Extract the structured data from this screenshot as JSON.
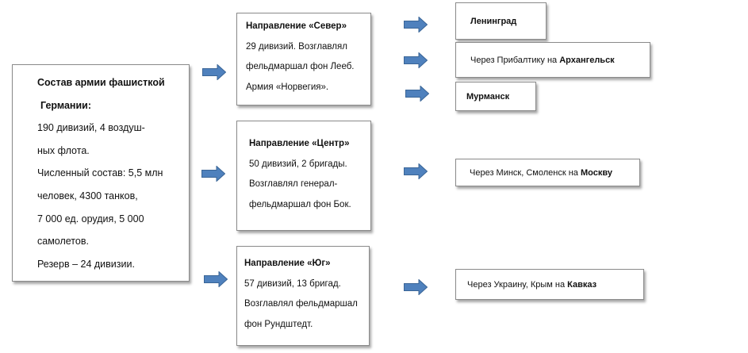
{
  "main": {
    "title_line1": "Состав армии фашисткой",
    "title_line2": "Германии:",
    "lines": [
      "190 дивизий, 4 воздуш-",
      "ных флота.",
      "Численный состав: 5,5 млн",
      "человек, 4300 танков,",
      "7 000 ед. орудия, 5 000",
      "самолетов.",
      "Резерв – 24 дивизии."
    ]
  },
  "directions": {
    "north": {
      "title": "Направление «Север»",
      "lines": [
        "29 дивизий. Возглавлял",
        "фельдмаршал фон Лееб.",
        "Армия «Норвегия»."
      ]
    },
    "center": {
      "title": "Направление «Центр»",
      "lines": [
        "50 дивизий, 2 бригады.",
        "Возглавлял генерал-",
        "фельдмаршал фон Бок."
      ]
    },
    "south": {
      "title": "Направление «Юг»",
      "lines": [
        "57 дивизий, 13 бригад.",
        "Возглавлял фельдмаршал",
        "фон Рундштедт."
      ]
    }
  },
  "destinations": {
    "leningrad": {
      "prefix": "",
      "name": "Ленинград"
    },
    "arkhangelsk": {
      "prefix": "Через Прибалтику на ",
      "name": "Архангельск"
    },
    "murmansk": {
      "prefix": "",
      "name": "Мурманск"
    },
    "moscow": {
      "prefix": "Через Минск, Смоленск на ",
      "name": "Москву"
    },
    "caucasus": {
      "prefix": "Через Украину, Крым на ",
      "name": "Кавказ"
    }
  },
  "colors": {
    "arrow_fill": "#4f81bd",
    "arrow_stroke": "#3a6597",
    "box_border": "#8a8a8a"
  }
}
